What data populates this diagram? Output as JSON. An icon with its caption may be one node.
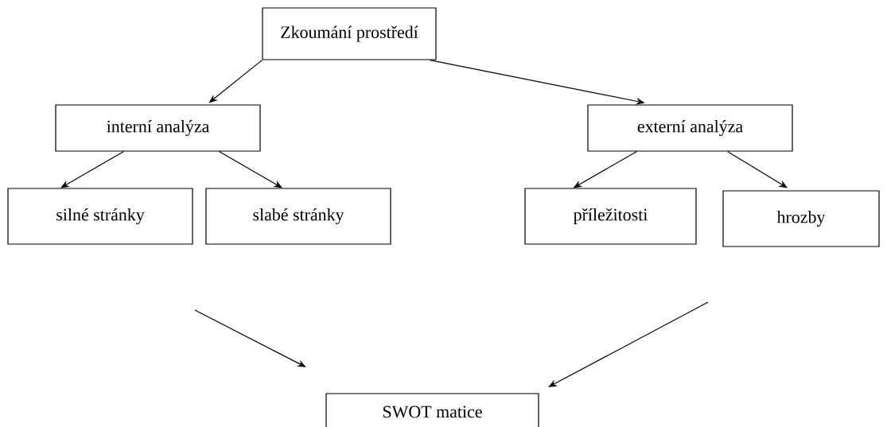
{
  "diagram": {
    "nodes": [
      {
        "text": [
          "Zkoumání prostředí"
        ]
      },
      {
        "text": [
          "interní analýza"
        ]
      },
      {
        "text": [
          "externí analýza"
        ]
      },
      {
        "text": [
          "silné stránky"
        ]
      },
      {
        "text": [
          "slabé stránky"
        ]
      },
      {
        "text": [
          "příležitosti"
        ]
      },
      {
        "text": [
          "hrozby"
        ]
      },
      {
        "text": [
          "SWOT matice"
        ]
      }
    ],
    "edges": [
      {
        "from": 0,
        "to": 1,
        "arrow": "to"
      },
      {
        "from": 0,
        "to": 2,
        "arrow": "to"
      },
      {
        "from": 1,
        "to": 3,
        "arrow": "to"
      },
      {
        "from": 1,
        "to": 4,
        "arrow": "to"
      },
      {
        "from": 2,
        "to": 5,
        "arrow": "to"
      },
      {
        "from": 2,
        "to": 6,
        "arrow": "to"
      },
      {
        "from": null,
        "to": 7,
        "arrow": "to"
      },
      {
        "from": null,
        "to": 7,
        "arrow": "to"
      }
    ]
  }
}
